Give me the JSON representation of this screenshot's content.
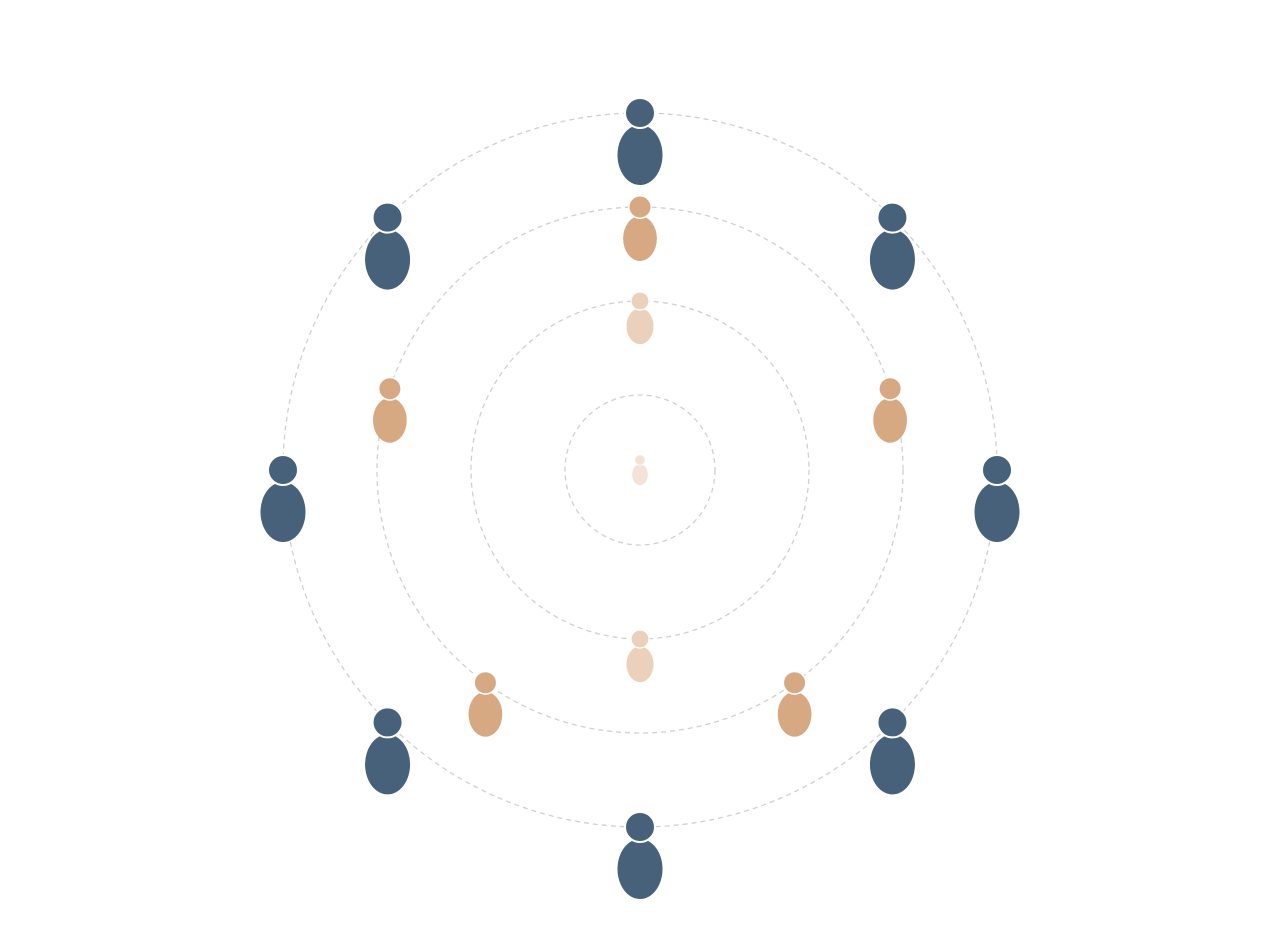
{
  "colors": {
    "background": "#ffffff",
    "ring_stroke": "#d0d0d0",
    "outer_people": "#47617b",
    "middle_people": "#d6a982",
    "inner_people": "#ebd1bb",
    "center_person": "#f3e3d6"
  },
  "rings": [
    {
      "name": "ring-1",
      "people": 1,
      "color_key": "center_person",
      "scale": 0.35
    },
    {
      "name": "ring-2",
      "people": 2,
      "color_key": "inner_people",
      "scale": 0.6
    },
    {
      "name": "ring-3",
      "people": 5,
      "color_key": "middle_people",
      "scale": 0.75
    },
    {
      "name": "ring-4",
      "people": 8,
      "color_key": "outer_people",
      "scale": 1.0
    }
  ]
}
